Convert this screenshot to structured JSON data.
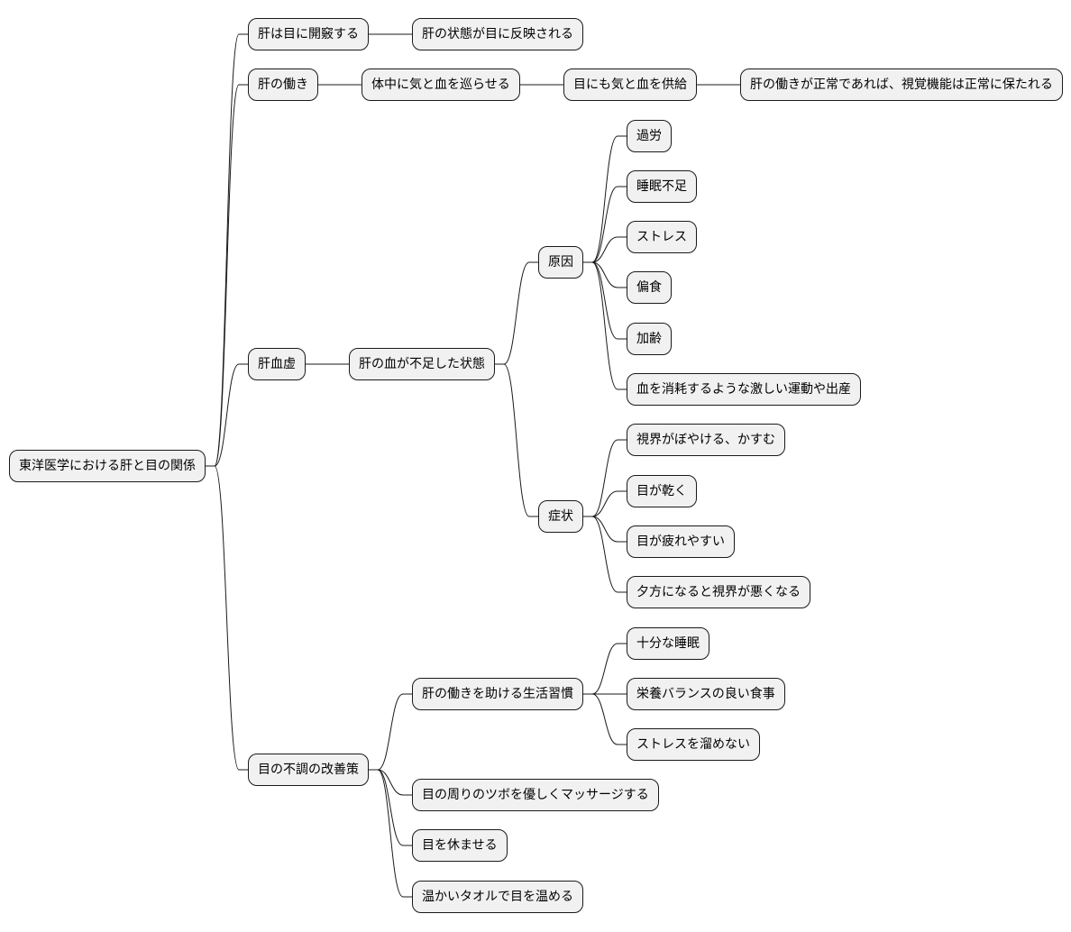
{
  "mindmap": {
    "root": {
      "label": "東洋医学における肝と目の関係"
    },
    "branches": [
      {
        "label": "肝は目に開竅する",
        "children": [
          {
            "label": "肝の状態が目に反映される"
          }
        ]
      },
      {
        "label": "肝の働き",
        "children": [
          {
            "label": "体中に気と血を巡らせる",
            "children": [
              {
                "label": "目にも気と血を供給",
                "children": [
                  {
                    "label": "肝の働きが正常であれば、視覚機能は正常に保たれる"
                  }
                ]
              }
            ]
          }
        ]
      },
      {
        "label": "肝血虚",
        "children": [
          {
            "label": "肝の血が不足した状態",
            "children": [
              {
                "label": "原因",
                "children": [
                  {
                    "label": "過労"
                  },
                  {
                    "label": "睡眠不足"
                  },
                  {
                    "label": "ストレス"
                  },
                  {
                    "label": "偏食"
                  },
                  {
                    "label": "加齢"
                  },
                  {
                    "label": "血を消耗するような激しい運動や出産"
                  }
                ]
              },
              {
                "label": "症状",
                "children": [
                  {
                    "label": "視界がぼやける、かすむ"
                  },
                  {
                    "label": "目が乾く"
                  },
                  {
                    "label": "目が疲れやすい"
                  },
                  {
                    "label": "夕方になると視界が悪くなる"
                  }
                ]
              }
            ]
          }
        ]
      },
      {
        "label": "目の不調の改善策",
        "children": [
          {
            "label": "肝の働きを助ける生活習慣",
            "children": [
              {
                "label": "十分な睡眠"
              },
              {
                "label": "栄養バランスの良い食事"
              },
              {
                "label": "ストレスを溜めない"
              }
            ]
          },
          {
            "label": "目の周りのツボを優しくマッサージする"
          },
          {
            "label": "目を休ませる"
          },
          {
            "label": "温かいタオルで目を温める"
          }
        ]
      }
    ]
  }
}
